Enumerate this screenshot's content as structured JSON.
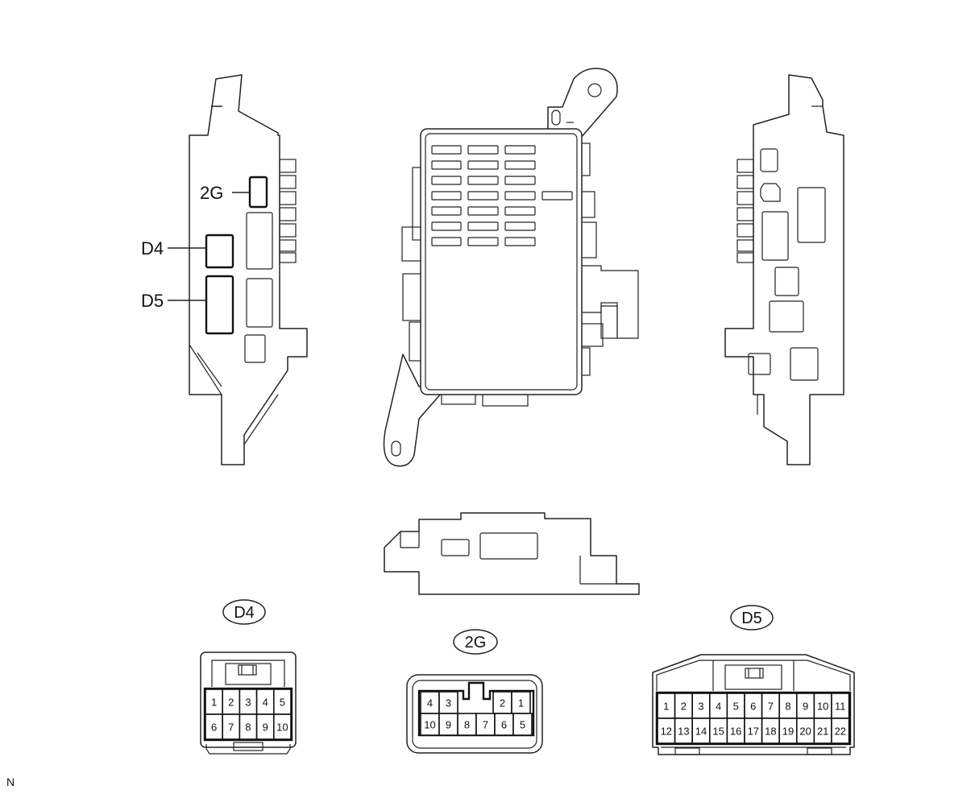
{
  "callouts": {
    "c2g": "2G",
    "d4": "D4",
    "d5": "D5"
  },
  "connectors": {
    "d4": {
      "tag": "D4",
      "pins": [
        "1",
        "2",
        "3",
        "4",
        "5",
        "6",
        "7",
        "8",
        "9",
        "10"
      ]
    },
    "g2": {
      "tag": "2G",
      "pins": [
        "4",
        "3",
        "2",
        "1",
        "10",
        "9",
        "8",
        "7",
        "6",
        "5"
      ]
    },
    "d5": {
      "tag": "D5",
      "pins": [
        "1",
        "2",
        "3",
        "4",
        "5",
        "6",
        "7",
        "8",
        "9",
        "10",
        "11",
        "12",
        "13",
        "14",
        "15",
        "16",
        "17",
        "18",
        "19",
        "20",
        "21",
        "22"
      ]
    }
  },
  "corner_mark": "N"
}
